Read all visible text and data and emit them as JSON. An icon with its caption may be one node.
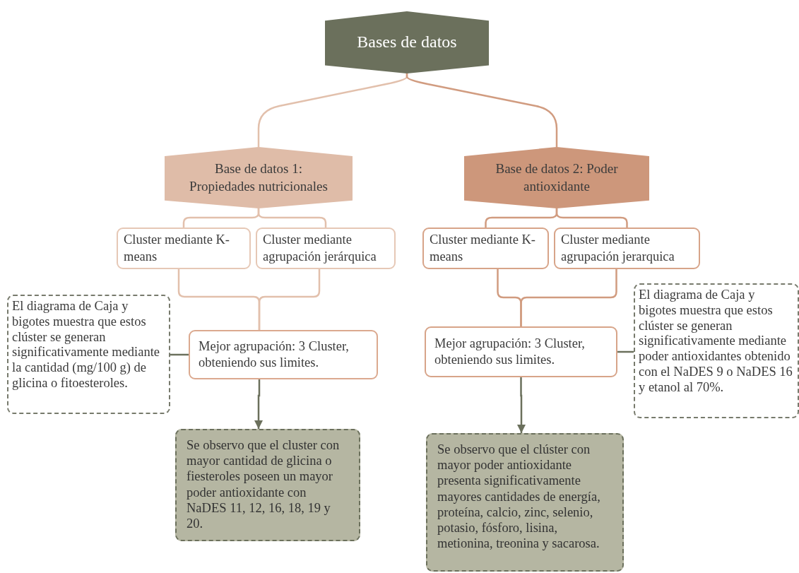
{
  "diagram": {
    "nodes": [
      {
        "text": [
          "Bases de datos"
        ]
      },
      {
        "text": [
          "Base de datos 1: Propiedades nutricionales"
        ]
      },
      {
        "text": [
          "Base de datos 2: Poder antioxidante"
        ]
      },
      {
        "text": [
          "Cluster mediante K-means"
        ]
      },
      {
        "text": [
          "Cluster mediante agrupación jerárquica"
        ]
      },
      {
        "text": [
          "Cluster mediante K-means"
        ]
      },
      {
        "text": [
          "Cluster mediante agrupación jerarquica"
        ]
      },
      {
        "text": [
          "Mejor agrupación: 3 Cluster, obteniendo sus limites."
        ]
      },
      {
        "text": [
          "Mejor agrupación: 3 Cluster, obteniendo sus limites."
        ]
      },
      {
        "text": [
          "El diagrama de Caja y bigotes muestra que estos clúster se generan significativamente mediante la cantidad (mg/100 g) de glicina o fitoesteroles."
        ]
      },
      {
        "text": [
          "El diagrama de Caja y bigotes muestra que estos clúster se generan significativamente mediante poder antioxidantes obtenido con el NaDES 9 o NaDES 16 y etanol al 70%."
        ]
      },
      {
        "text": [
          "Se observo que el cluster con mayor cantidad de glicina o fiesteroles poseen un mayor poder antioxidante con NaDES 11, 12, 16, 18, 19 y 20."
        ]
      },
      {
        "text": [
          "Se observo que el clúster con mayor poder antioxidante presenta significativamente mayores cantidades de energía, proteína, calcio, zinc, selenio, potasio, fósforo, lisina, metionina, treonina y sacarosa."
        ]
      }
    ],
    "edges": [
      {
        "from": 0,
        "to": 1,
        "arrow": "none"
      },
      {
        "from": 0,
        "to": 2,
        "arrow": "none",
        "color": "#d19c80"
      },
      {
        "from": 1,
        "to": 3,
        "arrow": "none"
      },
      {
        "from": 1,
        "to": 4,
        "arrow": "none"
      },
      {
        "from": 2,
        "to": 5,
        "arrow": "none",
        "color": "#d19c80"
      },
      {
        "from": 2,
        "to": 6,
        "arrow": "none",
        "color": "#d19c80"
      },
      {
        "from": 3,
        "to": 7,
        "arrow": "none"
      },
      {
        "from": 4,
        "to": 7,
        "arrow": "none"
      },
      {
        "from": 5,
        "to": 8,
        "arrow": "none",
        "color": "#d19c80"
      },
      {
        "from": 6,
        "to": 8,
        "arrow": "none",
        "color": "#d19c80"
      },
      {
        "from": 9,
        "to": 7,
        "arrow": "none",
        "color": "#6b705c"
      },
      {
        "from": 10,
        "to": 8,
        "arrow": "none",
        "color": "#6b705c"
      },
      {
        "from": 7,
        "to": 11,
        "arrow": "to",
        "color": "#6b705c"
      },
      {
        "from": 8,
        "to": 12,
        "arrow": "to",
        "color": "#6b705c"
      }
    ]
  }
}
